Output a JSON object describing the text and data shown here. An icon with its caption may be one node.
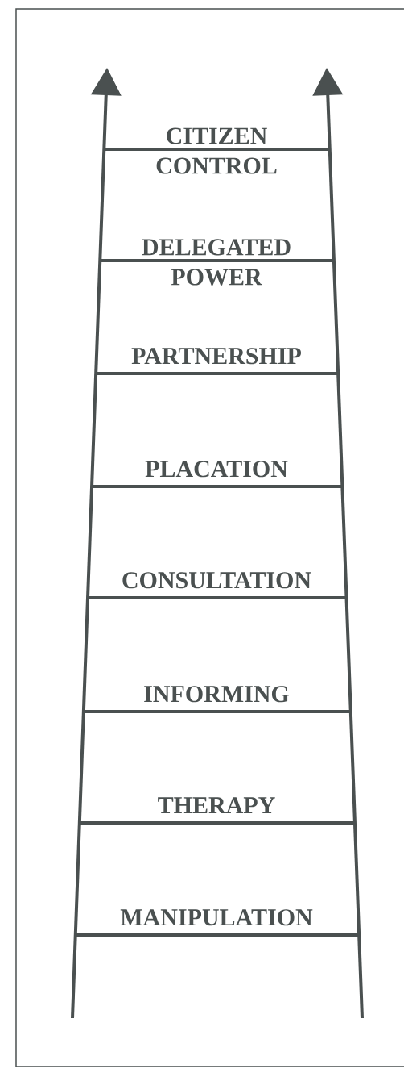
{
  "diagram": {
    "labels": [
      "CITIZEN CONTROL",
      "DELEGATED POWER",
      "PARTNERSHIP",
      "PLACATION",
      "CONSULTATION",
      "INFORMING",
      "THERAPY",
      "MANIPULATION"
    ]
  }
}
